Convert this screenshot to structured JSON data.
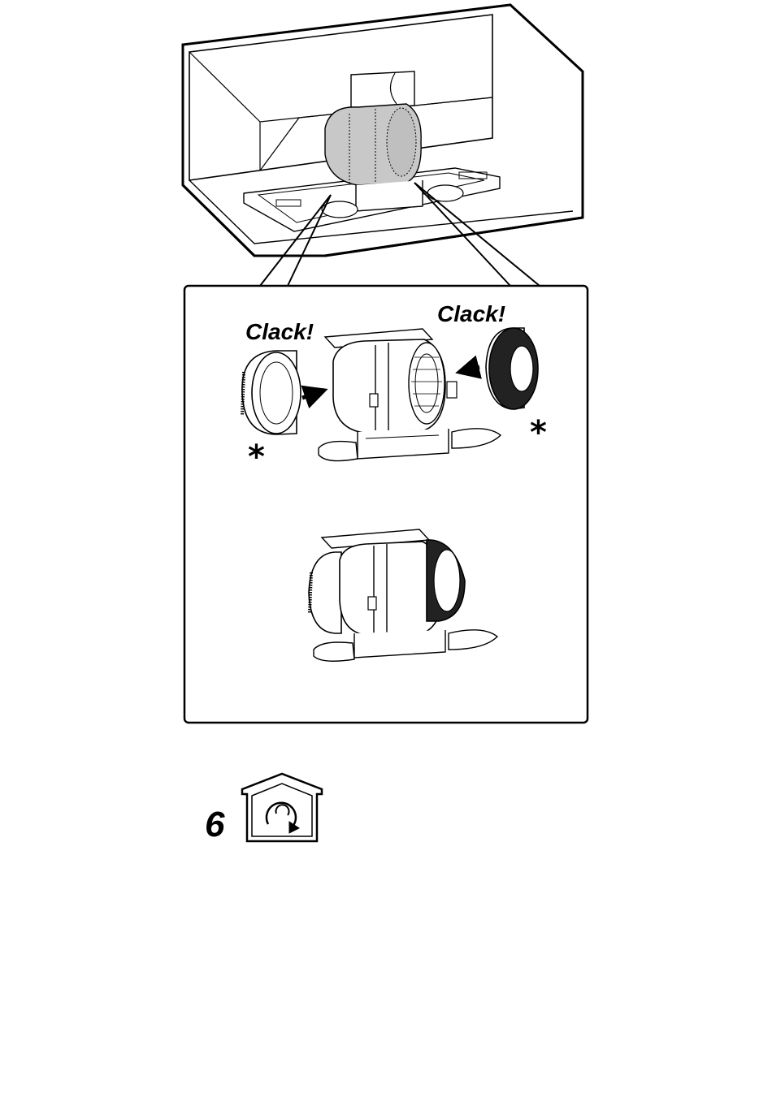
{
  "labels": {
    "clack_left": "Clack!",
    "clack_right": "Clack!",
    "asterisk_left": "*",
    "asterisk_right": "*"
  },
  "step": {
    "number": "6",
    "icon": "recirculation-house-icon"
  },
  "colors": {
    "ink": "#000000",
    "motor_fill": "#c8c8c8",
    "paper": "#ffffff"
  }
}
